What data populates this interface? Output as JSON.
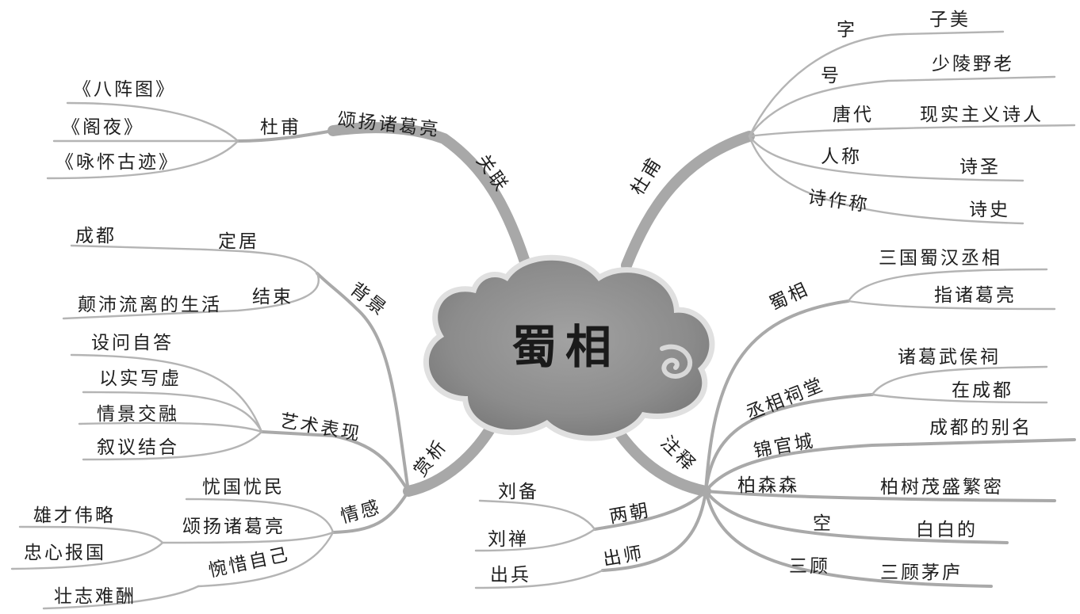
{
  "center": {
    "title": "蜀相"
  },
  "branches": {
    "guanlian": {
      "label": "关联",
      "sub": "颂扬诸葛亮",
      "node": "杜甫",
      "items": [
        "《八阵图》",
        "《阁夜》",
        "《咏怀古迹》"
      ]
    },
    "dufu": {
      "label": "杜甫",
      "rows": [
        {
          "key": "字",
          "value": "子美"
        },
        {
          "key": "号",
          "value": "少陵野老"
        },
        {
          "key": "唐代",
          "value": "现实主义诗人"
        },
        {
          "key": "人称",
          "value": "诗圣"
        },
        {
          "key": "诗作称",
          "value": "诗史"
        }
      ]
    },
    "shangxi": {
      "label": "赏析",
      "beijing": {
        "label": "背景",
        "dingju": {
          "label": "定居",
          "value": "成都"
        },
        "jieshu": {
          "label": "结束",
          "value": "颠沛流离的生活"
        }
      },
      "yishu": {
        "label": "艺术表现",
        "items": [
          "设问自答",
          "以实写虚",
          "情景交融",
          "叙议结合"
        ]
      },
      "qinggan": {
        "label": "情感",
        "youguo": "忧国忧民",
        "songyang": {
          "label": "颂扬诸葛亮",
          "items": [
            "雄才伟略",
            "忠心报国"
          ]
        },
        "wanxi": {
          "label": "惋惜自己",
          "items": [
            "壮志难酬"
          ]
        }
      }
    },
    "zhushi": {
      "label": "注释",
      "shuxiang": {
        "label": "蜀相",
        "items": [
          "三国蜀汉丞相",
          "指诸葛亮"
        ]
      },
      "citang": {
        "label": "丞相祠堂",
        "items": [
          "诸葛武侯祠",
          "在成都"
        ]
      },
      "jinguan": {
        "label": "锦官城",
        "value": "成都的别名"
      },
      "baisen": {
        "label": "柏森森",
        "value": "柏树茂盛繁密"
      },
      "kong": {
        "label": "空",
        "value": "白白的"
      },
      "sangu": {
        "label": "三顾",
        "value": "三顾茅庐"
      },
      "liangchao": {
        "label": "两朝",
        "items": [
          "刘备",
          "刘禅"
        ]
      },
      "chushi": {
        "label": "出师",
        "value": "出兵"
      }
    }
  },
  "colors": {
    "branch": "#a8a8a8",
    "cloud": "#8a8a8a",
    "cloud_edge": "#e6e6e6"
  }
}
